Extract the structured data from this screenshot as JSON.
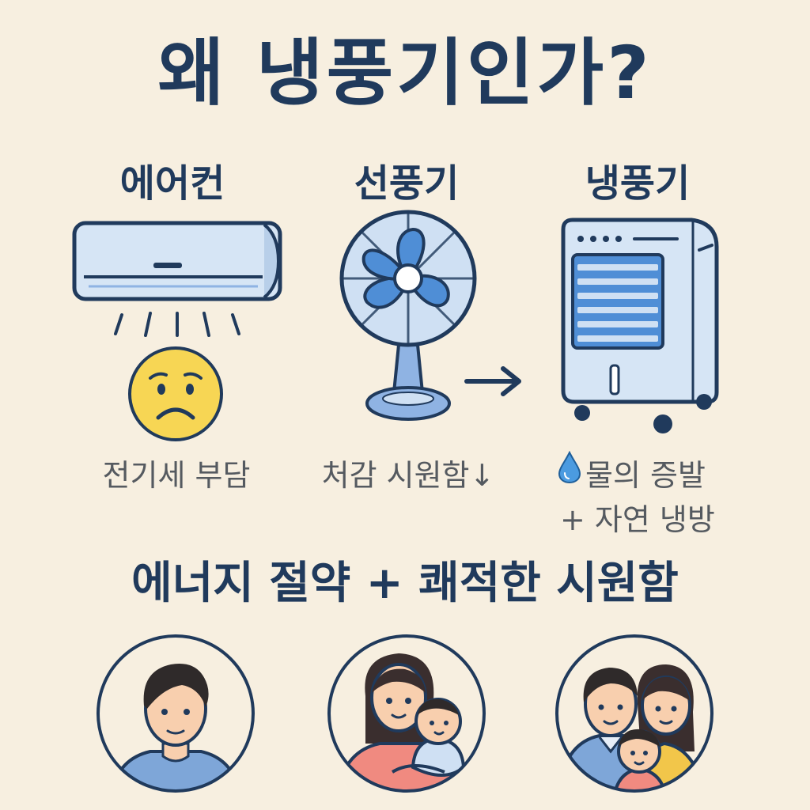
{
  "title": "왜 냉풍기인가?",
  "columns": [
    {
      "heading": "에어컨",
      "caption": "전기세 부담",
      "icon": "air-conditioner-icon"
    },
    {
      "heading": "선풍기",
      "caption": "처감 시원함↓",
      "icon": "electric-fan-icon"
    },
    {
      "heading": "냉풍기",
      "caption_line1": "물의 증발",
      "caption_line2": "+ 자연 냉방",
      "icon": "air-cooler-icon"
    }
  ],
  "arrow_icon": "right-arrow-icon",
  "tagline": "에너지 절약 + 쾌적한 시원함",
  "people": [
    {
      "icon": "man-avatar-icon"
    },
    {
      "icon": "mother-with-baby-icon"
    },
    {
      "icon": "family-icon"
    }
  ],
  "colors": {
    "background": "#f7efe0",
    "navy": "#203a5c",
    "light_blue": "#cfe0f3",
    "mid_blue": "#8fb3e3",
    "face_yellow": "#f7d654",
    "skin": "#f8cfae",
    "water_drop": "#4b9be0"
  }
}
